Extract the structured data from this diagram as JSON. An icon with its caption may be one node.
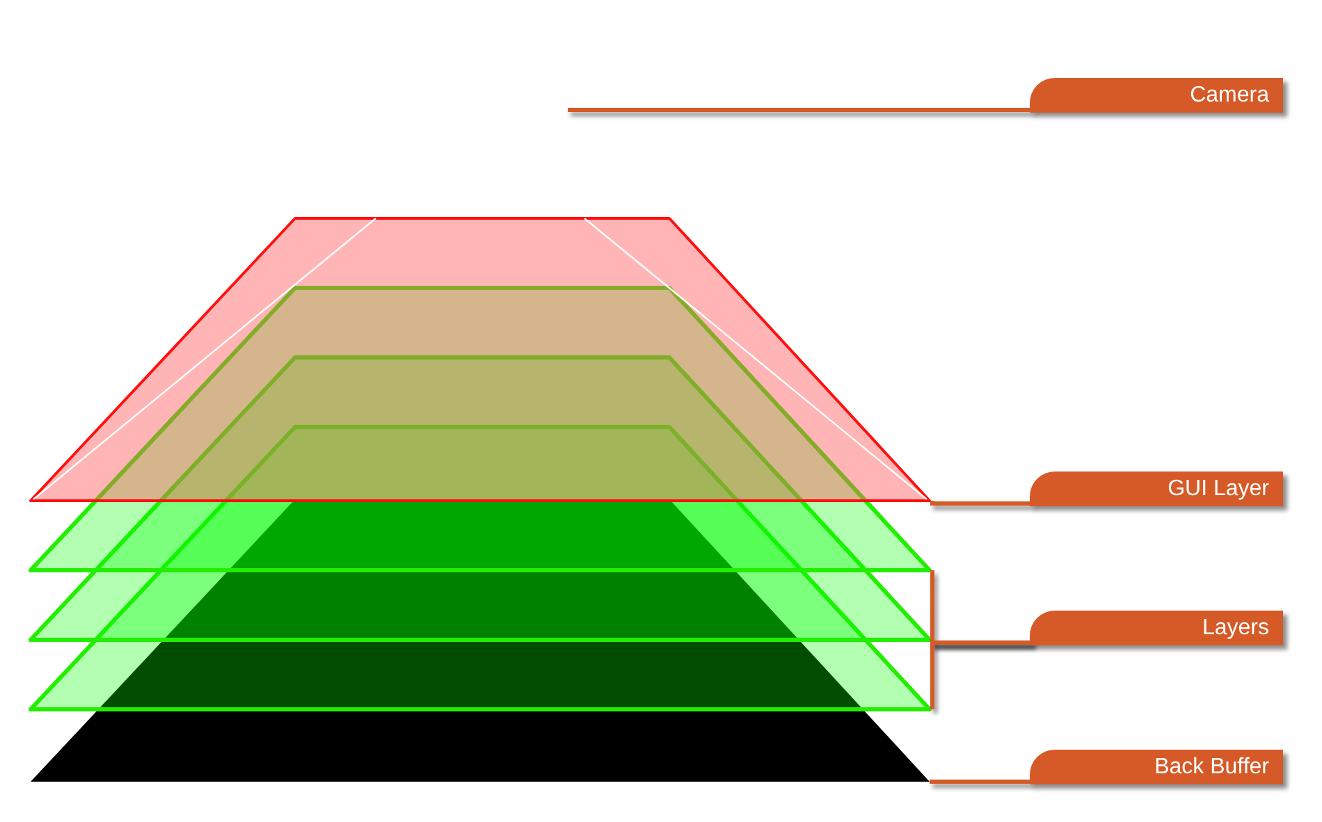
{
  "diagram": {
    "nodes": [
      {
        "text": [
          "Camera"
        ]
      },
      {
        "text": [
          "GUI Layer"
        ]
      },
      {
        "text": [
          "Layers"
        ]
      },
      {
        "text": [
          "Back Buffer"
        ]
      },
      {
        "text": [],
        "shape": "trapezoid"
      },
      {
        "text": [],
        "shape": "trapezoid"
      },
      {
        "text": [],
        "shape": "trapezoid"
      },
      {
        "text": [],
        "shape": "trapezoid"
      },
      {
        "text": [],
        "shape": "trapezoid"
      }
    ],
    "edges": [
      {
        "from": 0,
        "to": null,
        "arrow": "none"
      },
      {
        "from": 1,
        "to": 4,
        "arrow": "none"
      },
      {
        "from": 2,
        "to": 5,
        "arrow": "none"
      },
      {
        "from": 2,
        "to": 6,
        "arrow": "none"
      },
      {
        "from": 2,
        "to": 7,
        "arrow": "none"
      },
      {
        "from": 3,
        "to": 8,
        "arrow": "none"
      }
    ]
  }
}
